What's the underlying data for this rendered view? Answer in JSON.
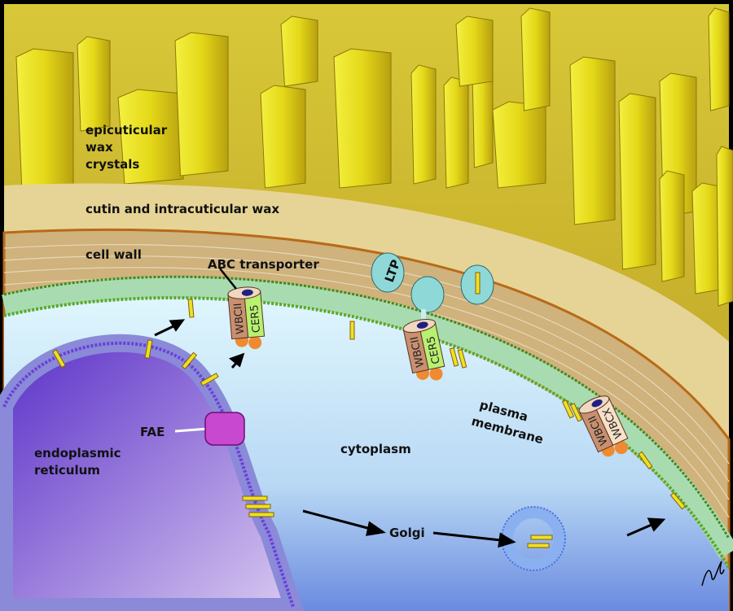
{
  "labels": {
    "epicuticular_1": "epicuticular",
    "epicuticular_2": "wax",
    "epicuticular_3": "crystals",
    "cutin": "cutin and intracuticular wax",
    "cell_wall": "cell wall",
    "abc": "ABC transporter",
    "ltp": "LTP",
    "plasma_1": "plasma",
    "plasma_2": "membrane",
    "fae": "FAE",
    "er_1": "endoplasmic",
    "er_2": "reticulum",
    "cytoplasm": "cytoplasm",
    "golgi": "Golgi"
  },
  "transporters": [
    {
      "a": "WBCII",
      "b": "CER5"
    },
    {
      "a": "WBCII",
      "b": "CER5"
    },
    {
      "a": "WBCII",
      "b": "WBCX"
    }
  ],
  "colors": {
    "wax": "#e8e020",
    "cutin": "#e8d89a",
    "cell_wall": "#c8ab78",
    "membrane_head": "#5aa82a",
    "cytoplasm": "#cfeefa",
    "er": "#7048d0",
    "fae": "#c040c8",
    "ltp": "#8fd8d8"
  }
}
